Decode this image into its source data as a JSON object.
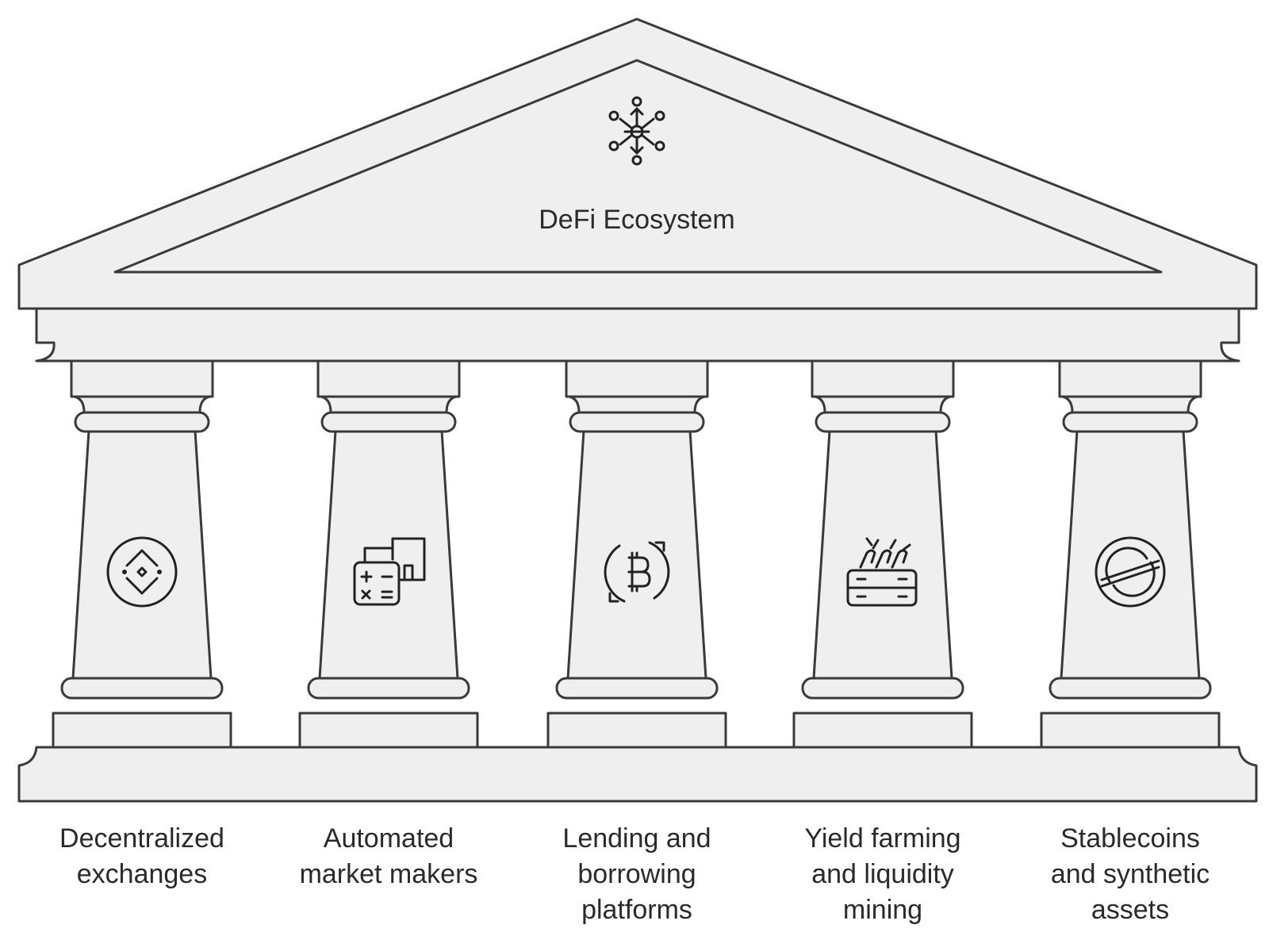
{
  "title": "DeFi Ecosystem",
  "icons": {
    "roof": "network-hub-icon",
    "pillars": [
      "diamond-coin-icon",
      "calculator-documents-icon",
      "bitcoin-cycle-icon",
      "crate-harvest-icon",
      "stellar-coin-icon"
    ]
  },
  "pillars": [
    {
      "lines": [
        "Decentralized",
        "exchanges"
      ]
    },
    {
      "lines": [
        "Automated",
        "market makers"
      ]
    },
    {
      "lines": [
        "Lending and",
        "borrowing",
        "platforms"
      ]
    },
    {
      "lines": [
        "Yield farming",
        "and liquidity",
        "mining"
      ]
    },
    {
      "lines": [
        "Stablecoins",
        "and synthetic",
        "assets"
      ]
    }
  ],
  "colors": {
    "fill": "#efefef",
    "stroke": "#3a3a3a",
    "text": "#2a2a2a"
  }
}
